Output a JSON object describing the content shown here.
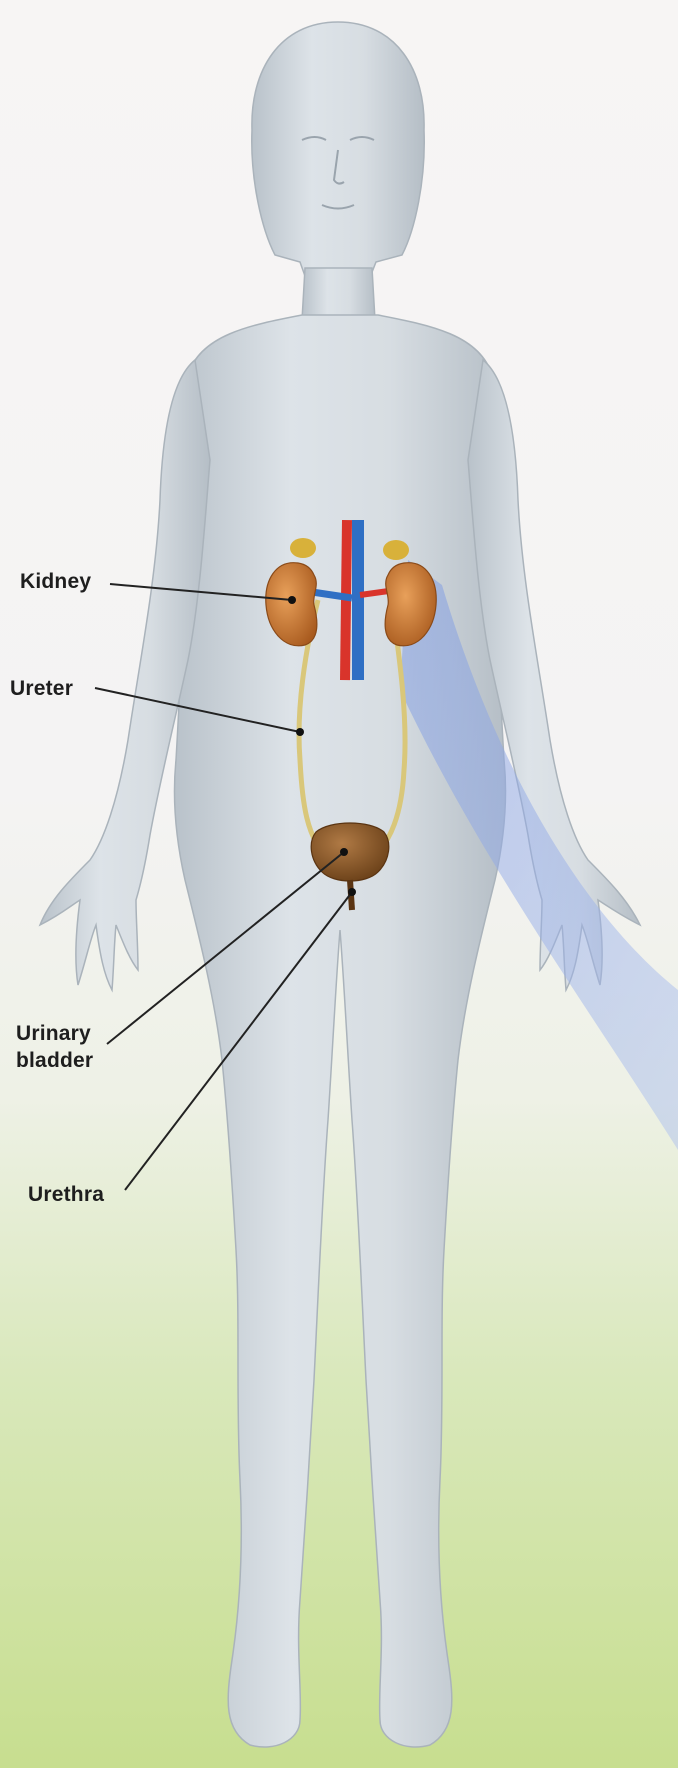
{
  "labels": {
    "kidney": "Kidney",
    "ureter": "Ureter",
    "urinary_bladder_line1": "Urinary",
    "urinary_bladder_line2": "bladder",
    "urethra": "Urethra"
  },
  "colors": {
    "body": "#cfd6dc",
    "kidney": "#c9772f",
    "bladder": "#8a5a2b",
    "ureter": "#d9c77a",
    "artery": "#d9342b",
    "vein": "#2f6fc4",
    "adrenal_gland": "#d8b13a",
    "highlight_beam": "#8fa8e6",
    "background_bottom": "#c7de8f",
    "leader_line": "#222222"
  }
}
